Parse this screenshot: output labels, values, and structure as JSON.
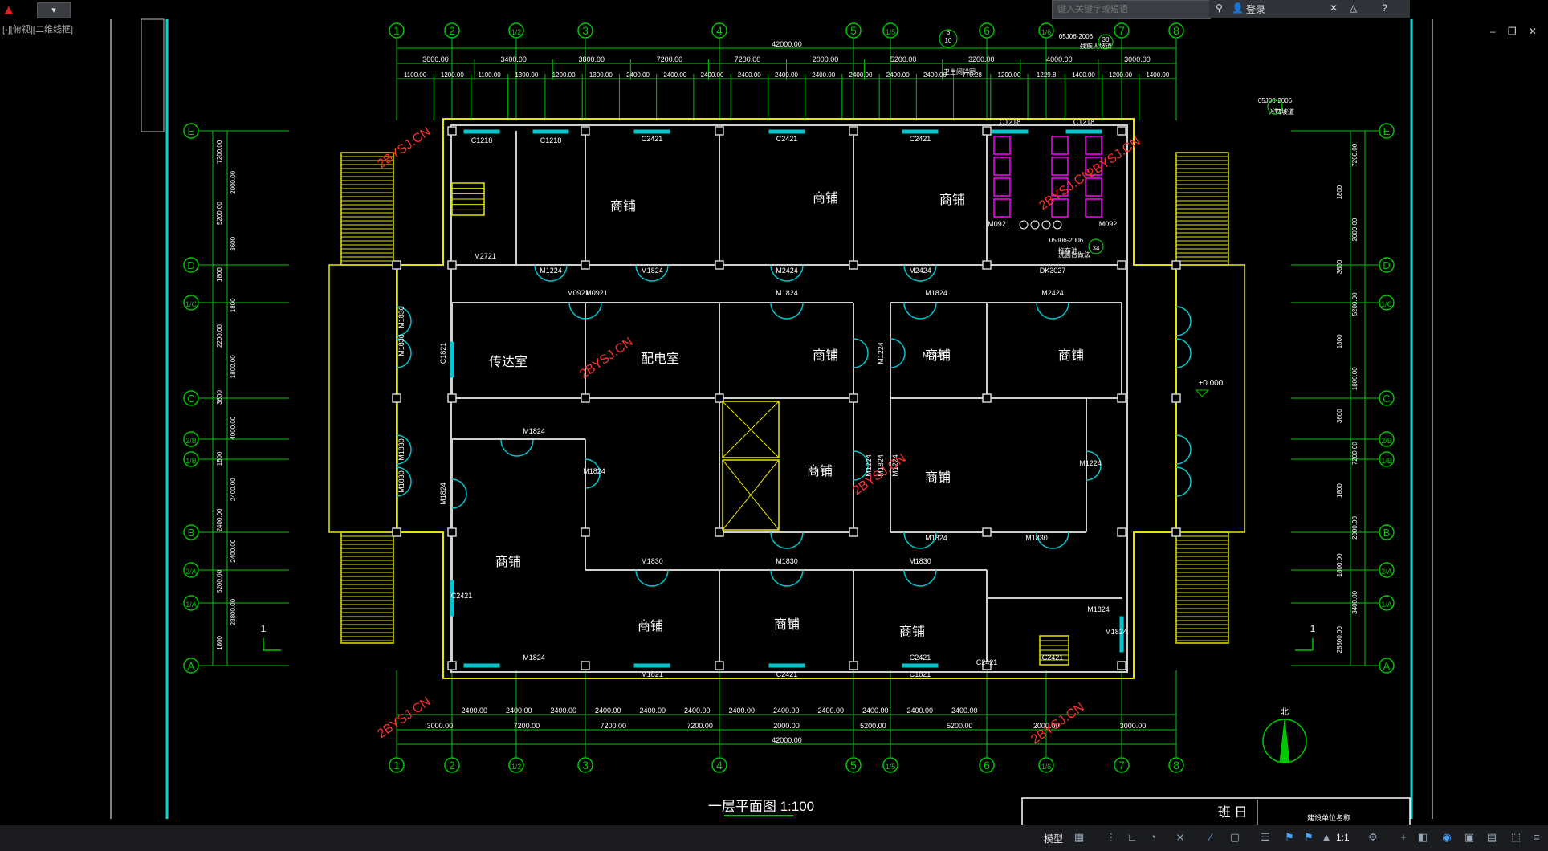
{
  "app": {
    "quick_access_label": "▾",
    "search_placeholder": "键入关键字或短语",
    "login_label": "登录",
    "viewport_label": "[-][俯视][二维线框]",
    "window_controls": "– ❐ ✕"
  },
  "drawing": {
    "title": "一层平面图",
    "scale": "1:100",
    "elevation": "±0.000",
    "north_label": "北",
    "axis_top": [
      "1",
      "2",
      "1/2",
      "3",
      "4",
      "5",
      "1/5",
      "6",
      "1/6",
      "7",
      "8"
    ],
    "axis_side": [
      "E",
      "D",
      "1/C",
      "C",
      "2/B",
      "1/B",
      "B",
      "2/A",
      "1/A",
      "A"
    ],
    "dim_overall": "42000.00",
    "dim_top_row1": [
      "3000.00",
      "3400.00",
      "3800.00",
      "7200.00",
      "7200.00",
      "2000.00",
      "5200.00",
      "3200.00",
      "4000.00",
      "3000.00"
    ],
    "dim_top_row2": [
      "1100.00",
      "1200.00",
      "1100.00",
      "1300.00",
      "1200.00",
      "1300.00",
      "2400.00",
      "2400.00",
      "2400.00",
      "2400.00",
      "2400.00",
      "2400.00",
      "2400.00",
      "2400.00",
      "2400.00",
      "770.28",
      "1200.00",
      "1229.8",
      "1400.00",
      "1200.00",
      "1400.00"
    ],
    "dim_bottom_row1": [
      "2400.00",
      "2400.00",
      "2400.00",
      "2400.00",
      "2400.00",
      "2400.00",
      "2400.00",
      "2400.00",
      "2400.00",
      "2400.00",
      "2400.00",
      "2400.00"
    ],
    "dim_bottom_row2": [
      "3000.00",
      "7200.00",
      "7200.00",
      "7200.00",
      "2000.00",
      "5200.00",
      "5200.00",
      "2000.00",
      "3000.00"
    ],
    "dim_left": [
      "7200.00",
      "2000.00",
      "5200.00",
      "3600",
      "1800",
      "1800",
      "2200.00",
      "1800.00",
      "3600",
      "4000.00",
      "1800",
      "2400.00",
      "2400.00",
      "2400.00",
      "5200.00",
      "28800.00",
      "1800"
    ],
    "dim_right": [
      "7200.00",
      "1800",
      "2000.00",
      "3600",
      "5200.00",
      "1800",
      "1800.00",
      "3600",
      "7200.00",
      "1800",
      "2000.00",
      "1800.00",
      "3400.00",
      "28800.00"
    ],
    "rooms": [
      "商铺",
      "商铺",
      "商铺",
      "传达室",
      "配电室",
      "商铺",
      "商铺",
      "商铺",
      "商铺",
      "商铺",
      "商铺",
      "商铺",
      "商铺",
      "商铺"
    ],
    "openings": [
      "C1218",
      "C1218",
      "C2421",
      "C2421",
      "C2421",
      "C1218",
      "C1218",
      "M2721",
      "M1224",
      "M1824",
      "M2424",
      "M2424",
      "M0921",
      "M092",
      "DK3027",
      "M0921",
      "M0921",
      "M1824",
      "M1824",
      "M2424",
      "M1830",
      "M1830",
      "M1830",
      "M1830",
      "C1821",
      "M1224",
      "M1224",
      "M1824",
      "M1224",
      "M1224",
      "M1224",
      "M1824",
      "M1824",
      "M1824",
      "M1824",
      "M1830",
      "M1830",
      "M1830",
      "M1830",
      "M1824",
      "M1824",
      "M1824",
      "M1821",
      "C2421",
      "C1821",
      "C2421",
      "C2421",
      "C2421",
      "C2421"
    ],
    "detail_refs": [
      "05J06-2006",
      "30",
      "05J06-2006",
      "34",
      "05J08-2006",
      "36",
      "6",
      "10",
      "卫生间详图",
      "残疾人坡道",
      "入口坡道",
      "拖布池",
      "洗面台做法"
    ],
    "section_marks": [
      "1",
      "1"
    ],
    "watermarks": [
      "2BYSJ.CN",
      "2BYSJ.CN",
      "2BYSJ.CN",
      "2BYSJ.CN",
      "2BYSJ.CN",
      "2BYSJ.CN",
      "2BYSJ.CN"
    ],
    "title_block": [
      "班 日",
      "建设单位名称"
    ]
  },
  "statusbar": {
    "model_label": "模型",
    "scale_label": "1:1"
  },
  "colors": {
    "axis": "#00c800",
    "wall": "#cfcfcf",
    "door": "#00c8d0",
    "stair": "#e6e600",
    "label": "#ffffff",
    "watermark": "#ff3030",
    "toilet": "#ff00ff",
    "frame": "#00d8d8"
  }
}
